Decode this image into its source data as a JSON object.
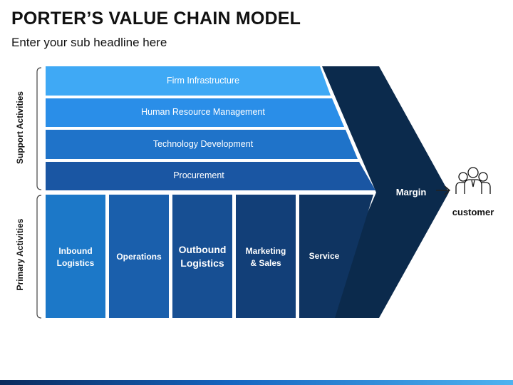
{
  "title": "PORTER’S VALUE CHAIN MODEL",
  "subtitle": "Enter your sub headline here",
  "support_label": "Support Activities",
  "primary_label": "Primary Activities",
  "support": [
    {
      "label": "Firm Infrastructure",
      "color": "#3fa9f5"
    },
    {
      "label": "Human Resource Management",
      "color": "#2a8ee8"
    },
    {
      "label": "Technology Development",
      "color": "#1f73c9"
    },
    {
      "label": "Procurement",
      "color": "#1a56a3"
    }
  ],
  "primary": [
    {
      "line1": "Inbound",
      "line2": "Logistics",
      "color": "#1c78c8"
    },
    {
      "line1": "Operations",
      "line2": "",
      "color": "#1a5fac"
    },
    {
      "line1": "Outbound",
      "line2": "Logistics",
      "color": "#174f93"
    },
    {
      "line1": "Marketing",
      "line2": "& Sales",
      "color": "#123f78"
    },
    {
      "line1": "Service",
      "line2": "",
      "color": "#0f3461"
    }
  ],
  "margin_label": "Margin",
  "margin_color": "#0b2a4c",
  "customer_label": "customer",
  "customer_icon": "people-group-icon"
}
